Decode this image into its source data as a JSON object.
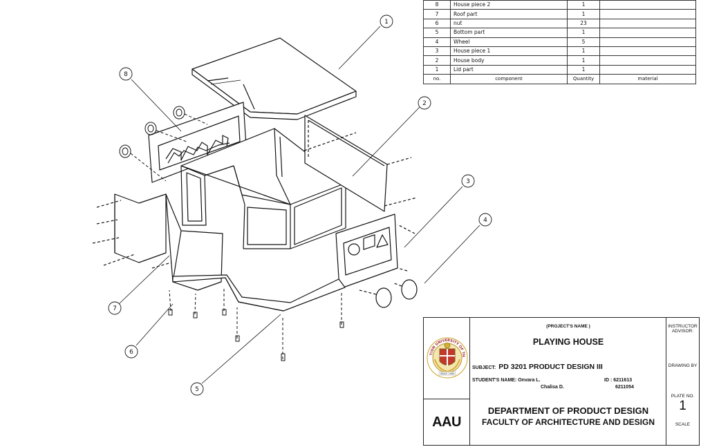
{
  "parts_list": {
    "rows": [
      {
        "no": "8",
        "component": "House piece 2",
        "quantity": "1",
        "material": ""
      },
      {
        "no": "7",
        "component": "Roof part",
        "quantity": "1",
        "material": ""
      },
      {
        "no": "6",
        "component": "nut",
        "quantity": "23",
        "material": ""
      },
      {
        "no": "5",
        "component": "Bottom part",
        "quantity": "1",
        "material": ""
      },
      {
        "no": "4",
        "component": "Wheel",
        "quantity": "5",
        "material": ""
      },
      {
        "no": "3",
        "component": "House piece 1",
        "quantity": "1",
        "material": ""
      },
      {
        "no": "2",
        "component": "House body",
        "quantity": "1",
        "material": ""
      },
      {
        "no": "1",
        "component": "Lid part",
        "quantity": "1",
        "material": ""
      }
    ],
    "header": {
      "no": "no.",
      "component": "component",
      "quantity": "Quantity",
      "material": "material"
    }
  },
  "callouts": [
    "1",
    "2",
    "3",
    "4",
    "5",
    "6",
    "7",
    "8"
  ],
  "title_block": {
    "project_label": "(PROJECT'S NAME )",
    "project_name": "PLAYING HOUSE",
    "subject_label": "SUBJECT:",
    "subject": "PD 3201 PRODUCT DESIGN  III",
    "student_label": "STUDENT'S NAME:",
    "student_1": "Onvara L.",
    "student_2": "Chalisa D.",
    "id_label": "ID :",
    "id_1": "6211613",
    "id_2": "6211054",
    "department": "DEPARTMENT OF  PRODUCT DESIGN",
    "faculty": "FACULTY OF ARCHITECTURE  AND  DESIGN",
    "short_name": "AAU",
    "instructor": "INSTRUCTOR ADVISOR:",
    "drawing_by": "DRAWING BY",
    "plate_label": "PLATE NO.",
    "plate_no": "1",
    "scale": "SCALE",
    "logo_text": "ASSUMPTION UNIVERSITY OF THAILAND",
    "logo_since": "SINCE 1969"
  }
}
